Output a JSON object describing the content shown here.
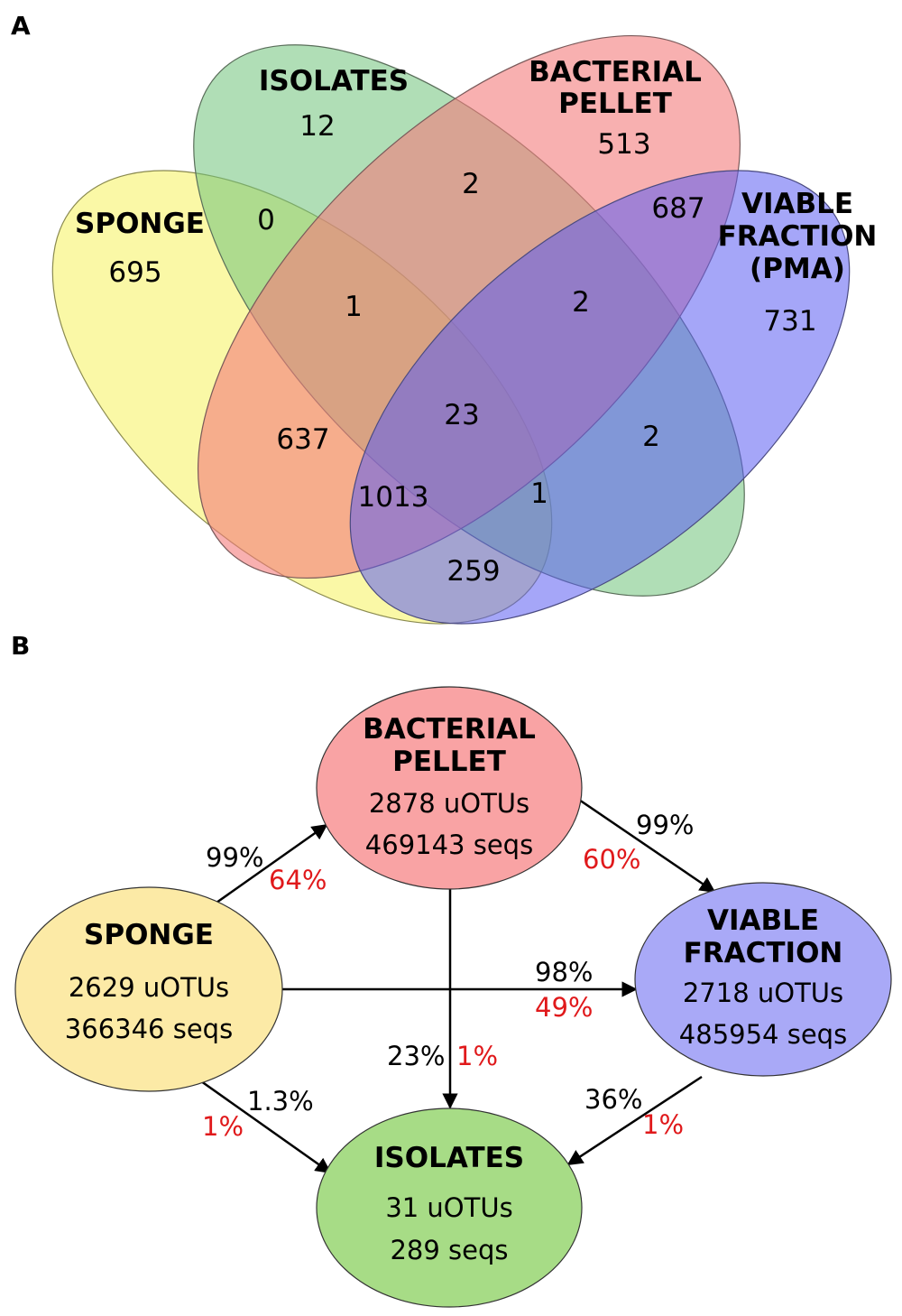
{
  "panel_a": {
    "label": "A",
    "sets": {
      "sponge": {
        "label": "SPONGE",
        "color": "#f7f36b"
      },
      "isolates": {
        "label": "ISOLATES",
        "color": "#6fc27a"
      },
      "pellet": {
        "label_line1": "BACTERIAL",
        "label_line2": "PELLET",
        "color": "#f37b7b"
      },
      "viable": {
        "label_line1": "VIABLE",
        "label_line2": "FRACTION",
        "label_line3": "(PMA)",
        "color": "#5b5df2"
      }
    },
    "regions": {
      "sponge_only": "695",
      "isolates_only": "12",
      "pellet_only": "513",
      "viable_only": "731",
      "sponge_isolates": "0",
      "isolates_pellet": "2",
      "pellet_viable": "687",
      "sponge_isolates_pellet": "1",
      "isolates_pellet_viable": "2",
      "all_four": "23",
      "sponge_pellet": "637",
      "isolates_viable": "2",
      "sponge_pellet_viable": "1013",
      "sponge_isolates_viable": "1",
      "sponge_viable": "259"
    }
  },
  "panel_b": {
    "label": "B",
    "nodes": {
      "pellet": {
        "title_line1": "BACTERIAL",
        "title_line2": "PELLET",
        "uotus": "2878 uOTUs",
        "seqs": "469143 seqs",
        "color": "#f9a3a4"
      },
      "sponge": {
        "title": "SPONGE",
        "uotus": "2629 uOTUs",
        "seqs": "366346 seqs",
        "color": "#fceaa6"
      },
      "viable": {
        "title_line1": "VIABLE",
        "title_line2": "FRACTION",
        "uotus": "2718 uOTUs",
        "seqs": "485954 seqs",
        "color": "#a9a9f7"
      },
      "isolates": {
        "title": "ISOLATES",
        "uotus": "31 uOTUs",
        "seqs": "289 seqs",
        "color": "#a7dc86"
      }
    },
    "edges": {
      "sponge_to_pellet": {
        "black": "99%",
        "red": "64%"
      },
      "pellet_to_viable": {
        "black": "99%",
        "red": "60%"
      },
      "sponge_to_viable": {
        "black": "98%",
        "red": "49%"
      },
      "pellet_to_isolates": {
        "black": "23%",
        "red": "1%"
      },
      "sponge_to_isolates": {
        "black": "1.3%",
        "red": "1%"
      },
      "viable_to_isolates": {
        "black": "36%",
        "red": "1%"
      }
    },
    "colors": {
      "black_pct": "#000000",
      "red_pct": "#e0191b"
    }
  }
}
